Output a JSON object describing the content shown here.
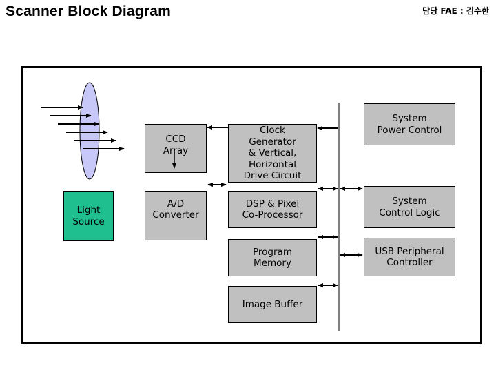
{
  "header": {
    "title": "Scanner Block Diagram",
    "owner": "담당 FAE : 김수한"
  },
  "colors": {
    "block_fill": "#c0c0c0",
    "light_source_fill": "#1fbf8f",
    "lens_fill": "#c8c8f8"
  },
  "blocks": {
    "light_source": "Light\nSource",
    "ccd_array": "CCD\nArray",
    "ad_converter": "A/D\nConverter",
    "clock_generator": "Clock\nGenerator\n& Vertical,\nHorizontal\nDrive Circuit",
    "dsp": "DSP & Pixel\nCo-Processor",
    "program_memory": "Program\nMemory",
    "image_buffer": "Image Buffer",
    "system_power": "System\nPower Control",
    "system_control": "System\nControl Logic",
    "usb_controller": "USB Peripheral\nController"
  }
}
